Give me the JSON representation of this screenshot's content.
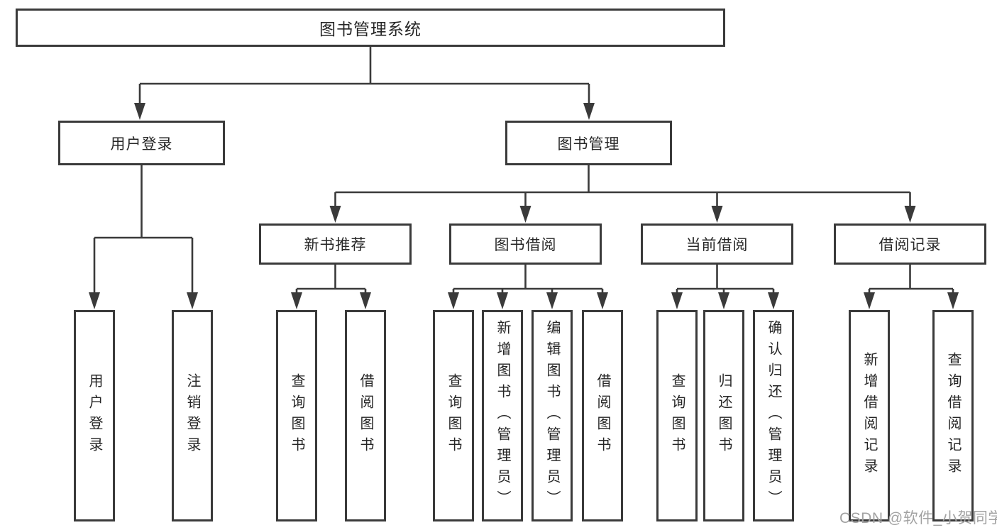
{
  "nodes": {
    "root": "图书管理系统",
    "user_login": "用户登录",
    "book_management": "图书管理",
    "new_book_recommend": "新书推荐",
    "book_borrowing": "图书借阅",
    "current_borrowing": "当前借阅",
    "borrowing_records": "借阅记录",
    "leaf_user_login": "用户登录",
    "leaf_logout": "注销登录",
    "leaf_query_books_1": "查询图书",
    "leaf_borrow_books_1": "借阅图书",
    "leaf_query_books_2": "查询图书",
    "leaf_add_books_admin": "新增图书（管理员）",
    "leaf_edit_books_admin": "编辑图书（管理员）",
    "leaf_borrow_books_2": "借阅图书",
    "leaf_query_books_3": "查询图书",
    "leaf_return_books": "归还图书",
    "leaf_confirm_return_admin": "确认归还（管理员）",
    "leaf_add_borrow_record": "新增借阅记录",
    "leaf_query_borrow_record": "查询借阅记录"
  },
  "watermark": "CSDN @软件_小贺同学",
  "colors": {
    "line": "#3a3a3a",
    "text": "#262626",
    "watermark": "#a2a2a2",
    "background": "#ffffff"
  }
}
